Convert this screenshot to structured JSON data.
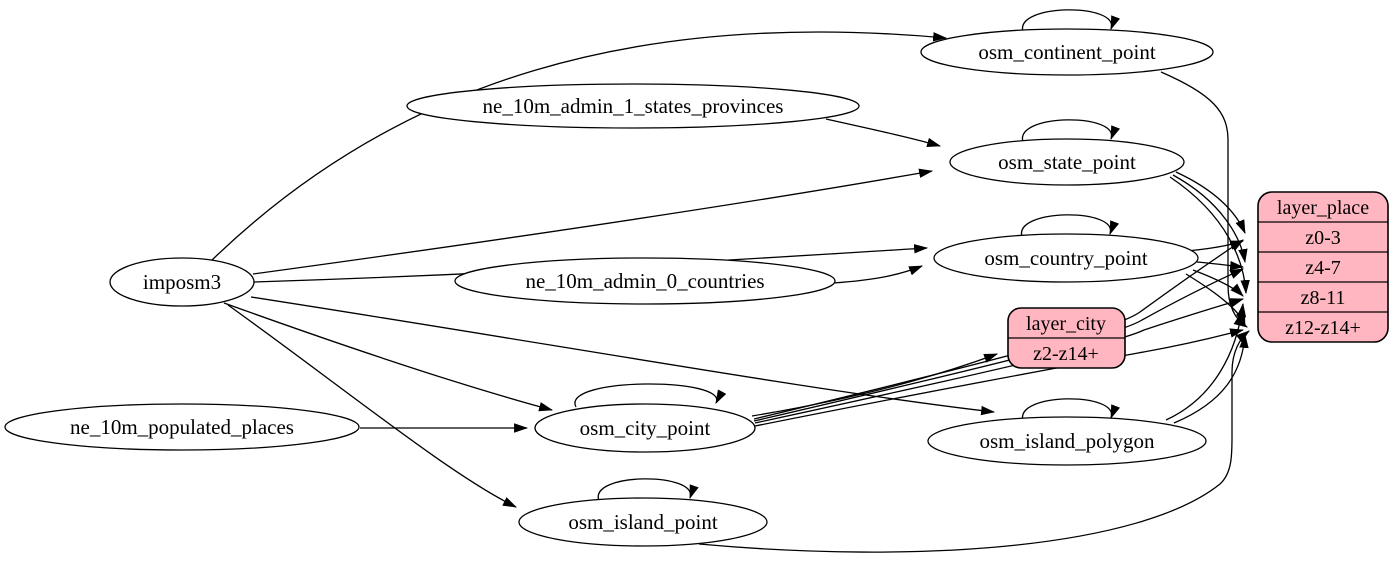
{
  "diagram": {
    "nodes": {
      "imposm3": {
        "label": "imposm3"
      },
      "ne_10m_admin_1_states_provinces": {
        "label": "ne_10m_admin_1_states_provinces"
      },
      "ne_10m_admin_0_countries": {
        "label": "ne_10m_admin_0_countries"
      },
      "ne_10m_populated_places": {
        "label": "ne_10m_populated_places"
      },
      "osm_continent_point": {
        "label": "osm_continent_point"
      },
      "osm_state_point": {
        "label": "osm_state_point"
      },
      "osm_country_point": {
        "label": "osm_country_point"
      },
      "osm_city_point": {
        "label": "osm_city_point"
      },
      "osm_island_polygon": {
        "label": "osm_island_polygon"
      },
      "osm_island_point": {
        "label": "osm_island_point"
      }
    },
    "records": {
      "layer_city": {
        "title": "layer_city",
        "rows": [
          "z2-z14+"
        ]
      },
      "layer_place": {
        "title": "layer_place",
        "rows": [
          "z0-3",
          "z4-7",
          "z8-11",
          "z12-z14+"
        ]
      }
    },
    "colors": {
      "record_fill": "#ffb6c1",
      "node_fill": "#ffffff",
      "edge_stroke": "#000000"
    }
  }
}
